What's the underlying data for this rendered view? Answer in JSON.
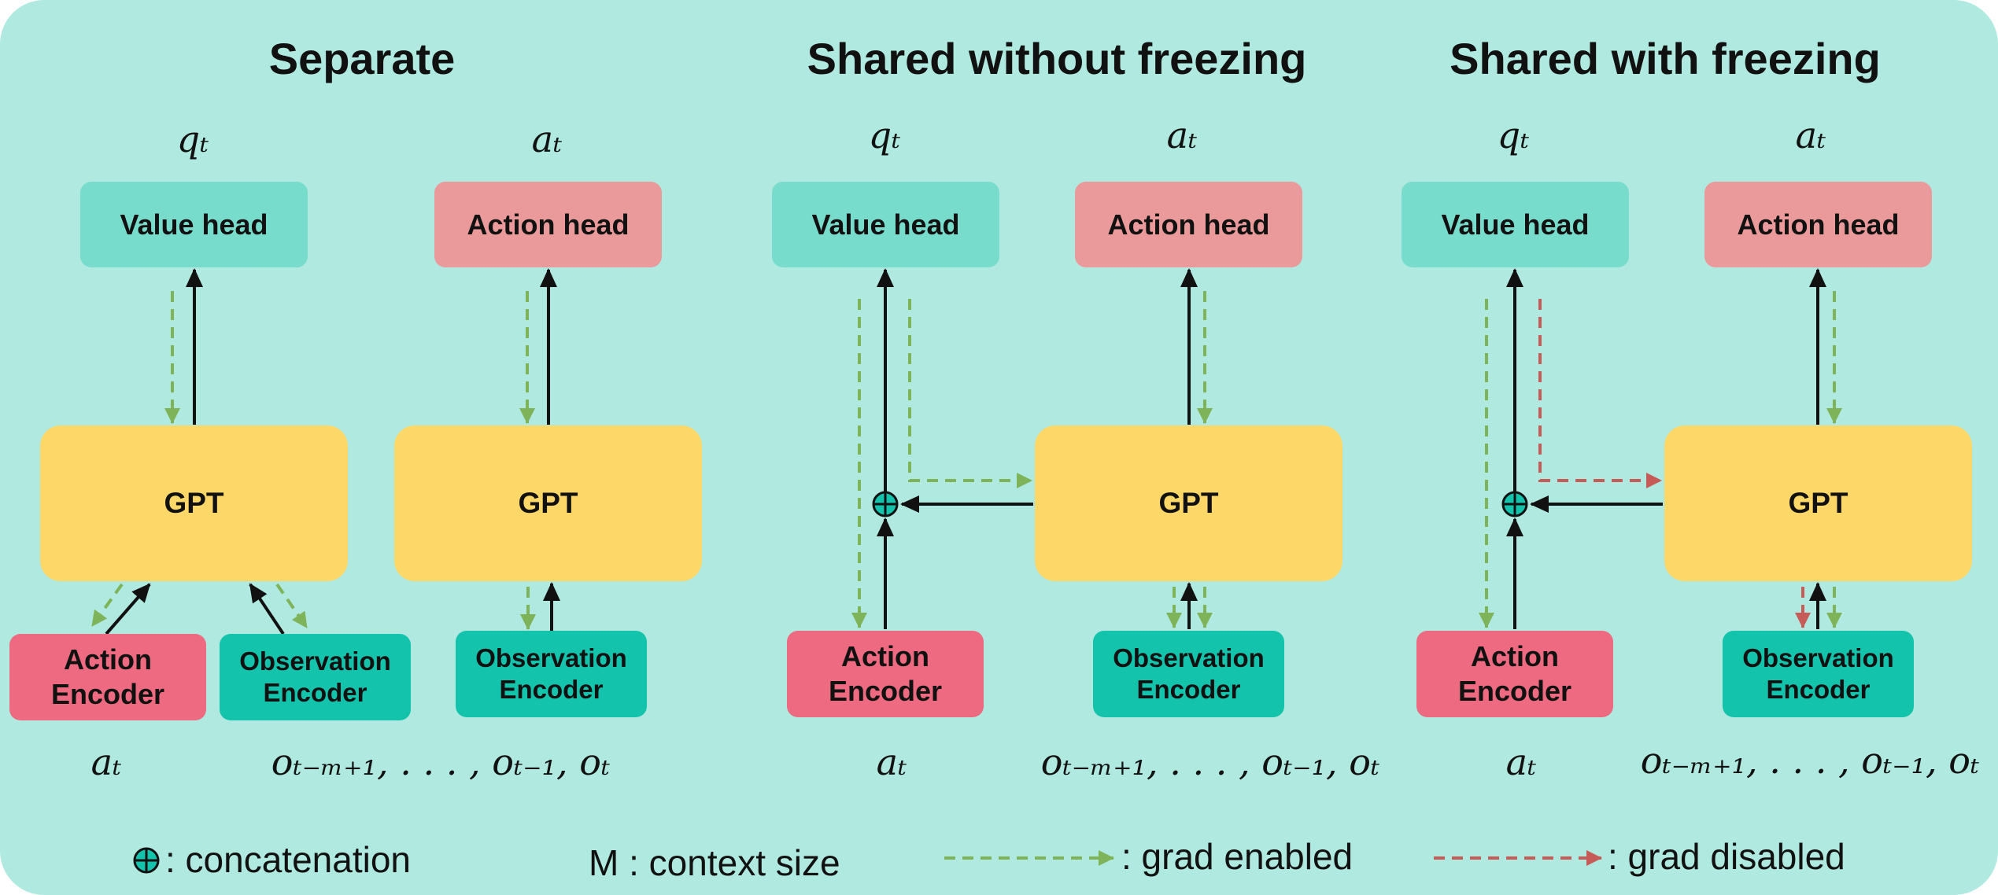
{
  "titles": {
    "separate": "Separate",
    "shared_nf": "Shared without freezing",
    "shared_f": "Shared with freezing"
  },
  "blocks": {
    "value_head": "Value head",
    "action_head": "Action head",
    "gpt": "GPT",
    "action_encoder": "Action Encoder",
    "observation_encoder": "Observation Encoder"
  },
  "symbols": {
    "q": "qₜ",
    "a": "aₜ",
    "obs_seq": "oₜ₋ₘ₊₁, . . . , oₜ₋₁, oₜ"
  },
  "legend": {
    "concat": ": concatenation",
    "context": "M : context size",
    "grad_enabled": ": grad enabled",
    "grad_disabled": ": grad disabled"
  },
  "colors": {
    "background": "#b0e9e0",
    "value_head": "#78dccd",
    "action_head": "#ea9a9a",
    "gpt": "#fdd869",
    "action_encoder": "#ee6a80",
    "observation_encoder": "#14c3ac",
    "grad_enabled": "#7fb35a",
    "grad_disabled": "#c65b57"
  },
  "icons": {
    "concat": "circle-plus-icon"
  }
}
